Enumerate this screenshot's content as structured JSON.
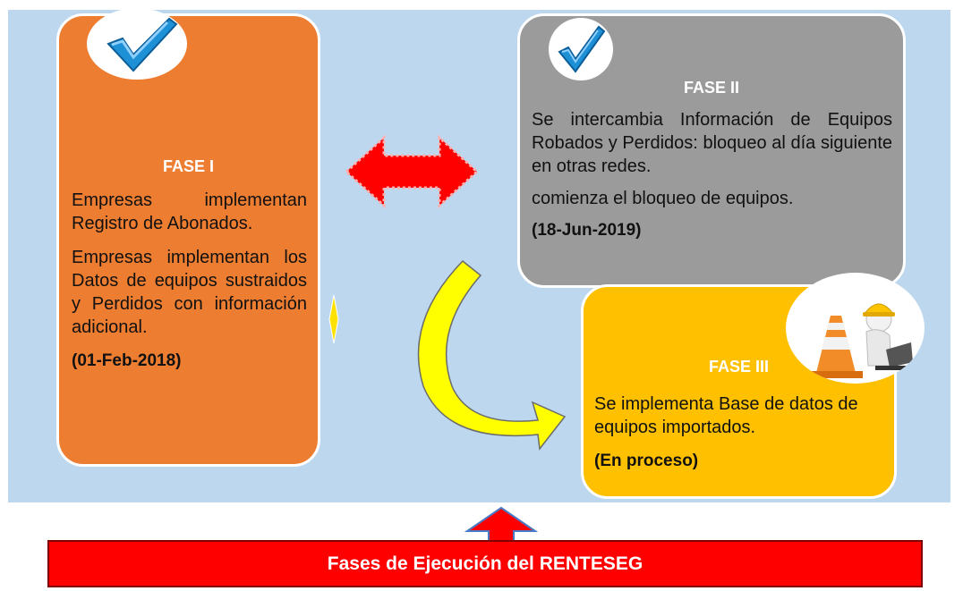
{
  "colors": {
    "panel": "#bdd7ee",
    "fase1": "#ed7d31",
    "fase2": "#9b9b9b",
    "fase3": "#ffc000",
    "banner": "#ff0000",
    "double_arrow": "#ff0000",
    "curved_arrow": "#ffff00",
    "check": "#1e90d6"
  },
  "fase1": {
    "title": "FASE I",
    "paragraphs": [
      "Empresas implementan Registro de Abonados.",
      "Empresas implementan los Datos de equipos sustraidos y Perdidos con información adicional."
    ],
    "date": "(01-Feb-2018)",
    "icon": "checkmark-icon"
  },
  "fase2": {
    "title": "FASE II",
    "paragraphs": [
      "Se intercambia Información de Equipos Robados y Perdidos: bloqueo al día siguiente en otras redes.",
      "comienza el bloqueo de equipos."
    ],
    "date": "(18-Jun-2019)",
    "icon": "checkmark-icon"
  },
  "fase3": {
    "title": "FASE III",
    "paragraphs": [
      "Se implementa Base de datos de equipos importados."
    ],
    "date": "(En proceso)",
    "icon": "construction-worker-icon"
  },
  "banner": {
    "label": "Fases de Ejecución del RENTESEG"
  }
}
